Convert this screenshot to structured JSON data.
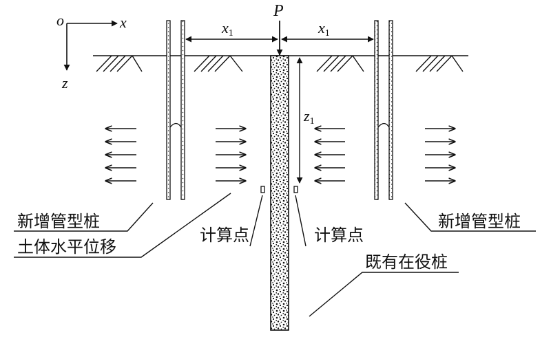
{
  "axes": {
    "origin": "o",
    "x": "x",
    "z": "z"
  },
  "load": {
    "label": "P"
  },
  "dimensions": {
    "left_offset": {
      "var": "x",
      "sub": "1"
    },
    "right_offset": {
      "var": "x",
      "sub": "1"
    },
    "depth": {
      "var": "z",
      "sub": "1"
    }
  },
  "labels": {
    "new_pipe_pile_left": "新增管型桩",
    "new_pipe_pile_right": "新增管型桩",
    "soil_displacement": "土体水平位移",
    "calc_point_left": "计算点",
    "calc_point_right": "计算点",
    "existing_pile": "既有在役桩"
  },
  "colors": {
    "ink": "#111111",
    "background": "#ffffff"
  }
}
